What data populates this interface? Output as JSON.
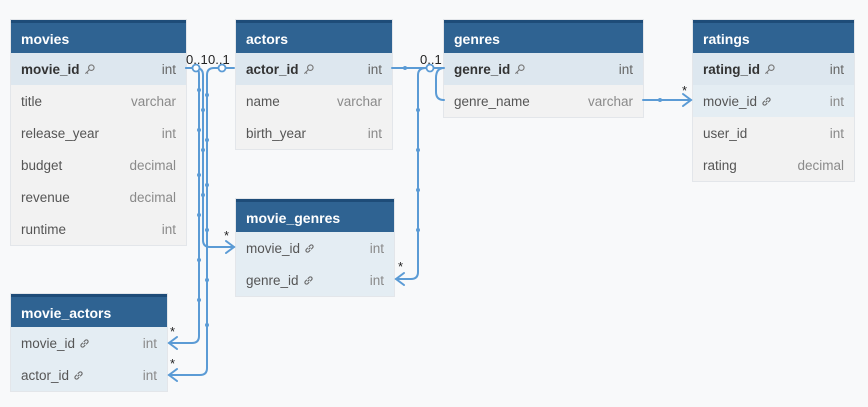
{
  "tables": [
    {
      "id": "movies",
      "title": "movies",
      "fields": [
        {
          "name": "movie_id",
          "type": "int",
          "key": "pk"
        },
        {
          "name": "title",
          "type": "varchar",
          "key": ""
        },
        {
          "name": "release_year",
          "type": "int",
          "key": ""
        },
        {
          "name": "budget",
          "type": "decimal",
          "key": ""
        },
        {
          "name": "revenue",
          "type": "decimal",
          "key": ""
        },
        {
          "name": "runtime",
          "type": "int",
          "key": ""
        }
      ]
    },
    {
      "id": "actors",
      "title": "actors",
      "fields": [
        {
          "name": "actor_id",
          "type": "int",
          "key": "pk"
        },
        {
          "name": "name",
          "type": "varchar",
          "key": ""
        },
        {
          "name": "birth_year",
          "type": "int",
          "key": ""
        }
      ]
    },
    {
      "id": "genres",
      "title": "genres",
      "fields": [
        {
          "name": "genre_id",
          "type": "int",
          "key": "pk"
        },
        {
          "name": "genre_name",
          "type": "varchar",
          "key": ""
        }
      ]
    },
    {
      "id": "ratings",
      "title": "ratings",
      "fields": [
        {
          "name": "rating_id",
          "type": "int",
          "key": "pk"
        },
        {
          "name": "movie_id",
          "type": "int",
          "key": "fk"
        },
        {
          "name": "user_id",
          "type": "int",
          "key": ""
        },
        {
          "name": "rating",
          "type": "decimal",
          "key": ""
        }
      ]
    },
    {
      "id": "movie_genres",
      "title": "movie_genres",
      "fields": [
        {
          "name": "movie_id",
          "type": "int",
          "key": "fk"
        },
        {
          "name": "genre_id",
          "type": "int",
          "key": "fk"
        }
      ]
    },
    {
      "id": "movie_actors",
      "title": "movie_actors",
      "fields": [
        {
          "name": "movie_id",
          "type": "int",
          "key": "fk"
        },
        {
          "name": "actor_id",
          "type": "int",
          "key": "fk"
        }
      ]
    }
  ],
  "cardinality": {
    "one": "0..1",
    "many": "*"
  },
  "colors": {
    "header": "#2f6392",
    "link": "#5b9bd5"
  }
}
